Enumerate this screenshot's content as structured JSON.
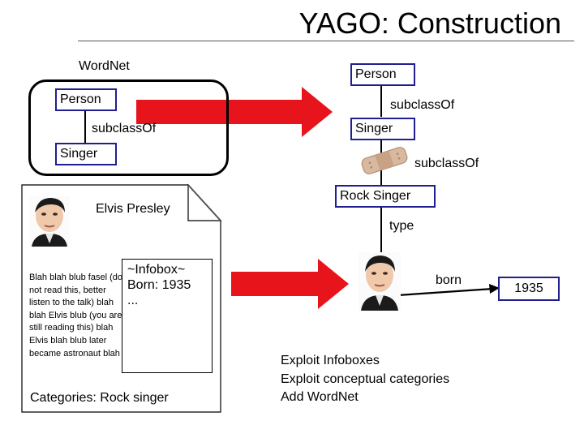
{
  "slide": {
    "title": "YAGO: Construction"
  },
  "wordnet": {
    "label": "WordNet",
    "person": "Person",
    "relation": "subclassOf",
    "singer": "Singer"
  },
  "article": {
    "name": "Elvis Presley",
    "body": "Blah blah blub fasel (do not read this, better listen to the talk) blah blah Elvis blub (you are still reading this) blah Elvis blah blub later became astronaut blah",
    "infobox": "~Infobox~\nBorn: 1935\n...",
    "categories": "Categories: Rock singer"
  },
  "ontology": {
    "person": "Person",
    "subclass1": "subclassOf",
    "singer": "Singer",
    "subclass2": "subclassOf",
    "rock_singer": "Rock Singer",
    "type": "type",
    "born": "born",
    "year": "1935"
  },
  "steps": [
    "Exploit Infoboxes",
    "Exploit conceptual categories",
    "Add WordNet"
  ],
  "colors": {
    "arrow": "#e8141b",
    "box_border": "#1f1f8f",
    "bandage": "#d8b9a0"
  }
}
